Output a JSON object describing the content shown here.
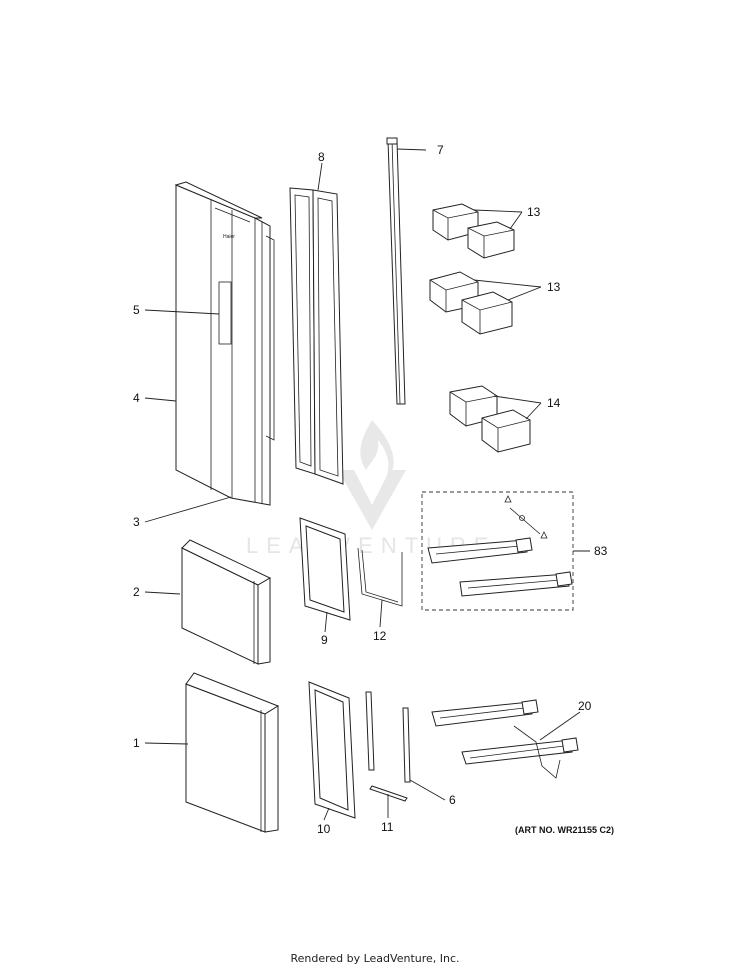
{
  "callouts": {
    "c1": "1",
    "c2": "2",
    "c3": "3",
    "c4": "4",
    "c5": "5",
    "c6": "6",
    "c7": "7",
    "c8": "8",
    "c9": "9",
    "c10": "10",
    "c11": "11",
    "c12": "12",
    "c13a": "13",
    "c13b": "13",
    "c14": "14",
    "c20": "20",
    "c83": "83"
  },
  "door_logo": "Haier",
  "watermark": "LEADVENTURE",
  "art_number": "(ART NO. WR21155 C2)",
  "footer": "Rendered by LeadVenture, Inc."
}
